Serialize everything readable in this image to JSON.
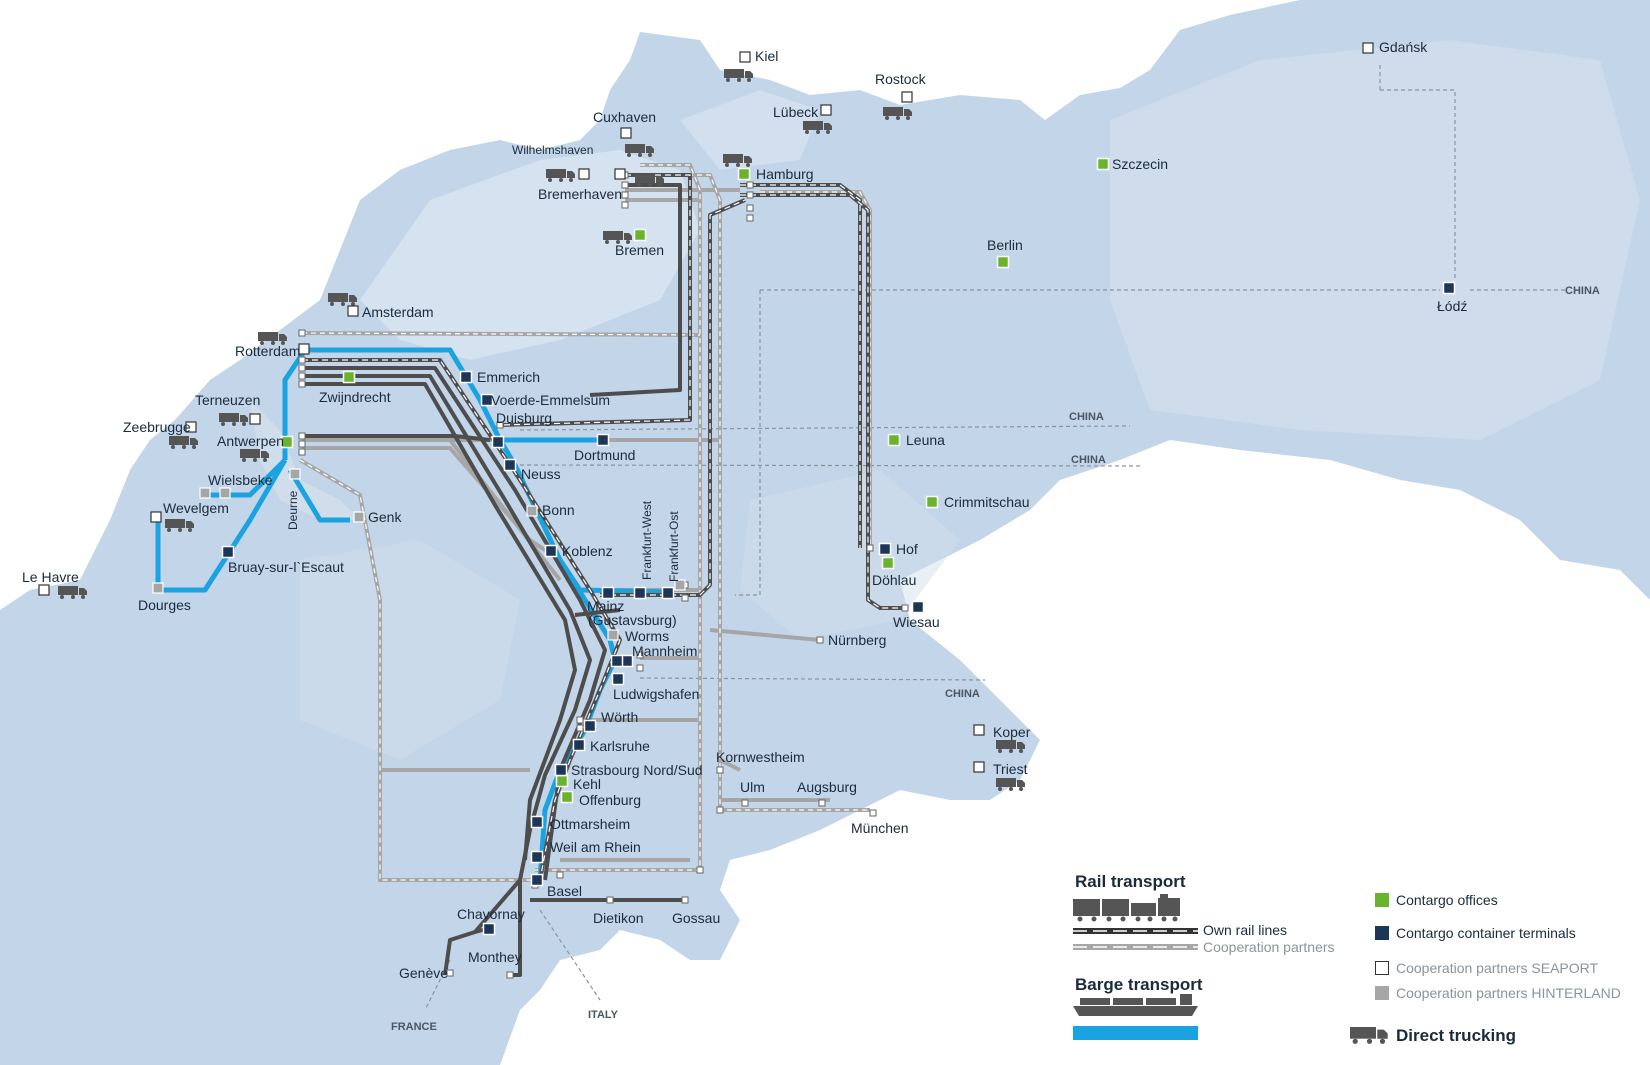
{
  "colors": {
    "land": "#c3d5e8",
    "land_light": "#dbe6f1",
    "barge": "#1aa3e0",
    "own_rail": "#4d4d4d",
    "coop_rail": "#a6a6a6",
    "office": "#6ab42d",
    "terminal": "#1d3557",
    "seaport": "#ffffff",
    "hinterland": "#a6a6a6"
  },
  "directions": {
    "china_1": "CHINA",
    "china_2": "CHINA",
    "china_3": "CHINA",
    "china_4": "CHINA",
    "france": "FRANCE",
    "italy": "ITALY"
  },
  "places": {
    "kiel": "Kiel",
    "rostock": "Rostock",
    "luebeck": "Lübeck",
    "cuxhaven": "Cuxhaven",
    "wilhelmshaven": "Wilhelmshaven",
    "hamburg": "Hamburg",
    "bremerhaven": "Bremerhaven",
    "bremen": "Bremen",
    "gdansk": "Gdańsk",
    "szczecin": "Szczecin",
    "berlin": "Berlin",
    "lodz": "Łódź",
    "amsterdam": "Amsterdam",
    "rotterdam": "Rotterdam",
    "emmerich": "Emmerich",
    "voerde": "Voerde-Emmelsum",
    "duisburg": "Duisburg",
    "zwijndrecht": "Zwijndrecht",
    "terneuzen": "Terneuzen",
    "zeebrugge": "Zeebrugge",
    "antwerpen": "Antwerpen",
    "dortmund": "Dortmund",
    "neuss": "Neuss",
    "wielsbeke": "Wielsbeke",
    "wevelgem": "Wevelgem",
    "deurne": "Deurne",
    "genk": "Genk",
    "bonn": "Bonn",
    "bruay": "Bruay-sur-l`Escaut",
    "le_havre": "Le Havre",
    "dourges": "Dourges",
    "koblenz": "Koblenz",
    "frankfurt_west": "Frankfurt-West",
    "frankfurt_ost": "Frankfurt-Ost",
    "leuna": "Leuna",
    "crimmitschau": "Crimmitschau",
    "hof": "Hof",
    "doehlau": "Döhlau",
    "wiesau": "Wiesau",
    "mainz": "Mainz",
    "gustavsburg": "(Gustavsburg)",
    "worms": "Worms",
    "mannheim": "Mannheim",
    "nuernberg": "Nürnberg",
    "ludwigshafen": "Ludwigshafen",
    "woerth": "Wörth",
    "karlsruhe": "Karlsruhe",
    "kornwestheim": "Kornwestheim",
    "koper": "Koper",
    "triest": "Triest",
    "strasbourg": "Strasbourg Nord/Sud",
    "kehl": "Kehl",
    "offenburg": "Offenburg",
    "ulm": "Ulm",
    "augsburg": "Augsburg",
    "muenchen": "München",
    "ottmarsheim": "Ottmarsheim",
    "weil": "Weil am Rhein",
    "basel": "Basel",
    "chavornay": "Chavornay",
    "dietikon": "Dietikon",
    "gossau": "Gossau",
    "geneve": "Genève",
    "monthey": "Monthey"
  },
  "legend": {
    "rail_heading": "Rail transport",
    "own_lines": "Own rail lines",
    "coop_partners": "Cooperation partners",
    "barge_heading": "Barge transport",
    "offices": "Contargo offices",
    "terminals": "Contargo container terminals",
    "seaport": "Cooperation partners SEAPORT",
    "hinterland": "Cooperation partners HINTERLAND",
    "trucking": "Direct trucking"
  }
}
